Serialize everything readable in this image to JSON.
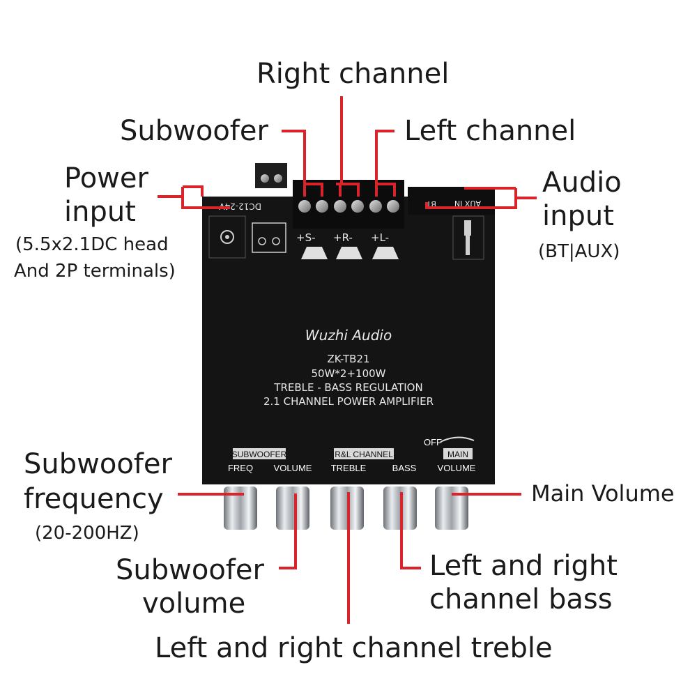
{
  "callouts": {
    "right_channel": "Right channel",
    "subwoofer": "Subwoofer",
    "left_channel": "Left channel",
    "power_input": [
      "Power",
      "input"
    ],
    "power_input_note": [
      "(5.5x2.1DC head",
      "And 2P terminals)"
    ],
    "audio_input": [
      "Audio",
      "input"
    ],
    "audio_input_note": "(BT|AUX)",
    "subwoofer_frequency": [
      "Subwoofer",
      "frequency"
    ],
    "subwoofer_frequency_note": "(20-200HZ)",
    "main_volume": "Main Volume",
    "subwoofer_volume": [
      "Subwoofer",
      "volume"
    ],
    "lr_bass": [
      "Left and right",
      "channel bass"
    ],
    "lr_treble": "Left and right channel treble"
  },
  "board": {
    "brand": "Wuzhi Audio",
    "model": "ZK-TB21",
    "power_spec": "50W*2+100W",
    "regulation": "TREBLE - BASS REGULATION",
    "description": "2.1 CHANNEL POWER AMPLIFIER",
    "dc_label": "DC12-24V",
    "aux_label": "AUX IN",
    "bt_label": "BT",
    "speaker_labels": [
      "+S-",
      "+R-",
      "+L-"
    ],
    "groups": [
      "SUBWOOFER",
      "R&L CHANNEL",
      "MAIN"
    ],
    "knobs": [
      "FREQ",
      "VOLUME",
      "TREBLE",
      "BASS",
      "VOLUME"
    ],
    "switch_off": "OFF"
  },
  "colors": {
    "leader": "#d8242a",
    "board": "#141414",
    "knob": "#c9ccd0"
  }
}
